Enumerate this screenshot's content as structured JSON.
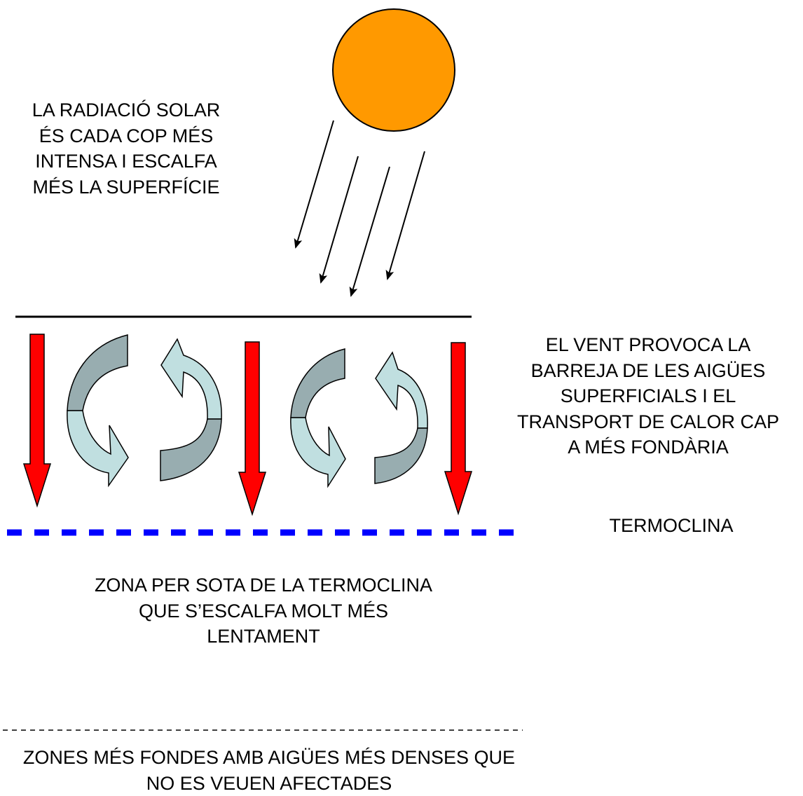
{
  "labels": {
    "solar_radiation": "LA RADIACIÓ SOLAR\nÉS CADA COP MÉS\nINTENSA I ESCALFA\nMÉS LA SUPERFÍCIE",
    "wind_mixing": "EL VENT PROVOCA LA\nBARREJA DE LES AIGÜES\nSUPERFICIALS I EL\nTRANSPORT DE CALOR CAP\nA MÉS FONDÀRIA",
    "thermocline": "TERMOCLINA",
    "below_thermocline": "ZONA PER SOTA DE LA TERMOCLINA\nQUE S’ESCALFA MOLT MÉS\nLENTAMENT",
    "deep_zones": "ZONES MÉS FONDES AMB AIGÜES MÉS DENSES QUE\nNO ES VEUEN AFECTADES"
  },
  "colors": {
    "sun": "#ff9900",
    "heat_arrow": "#ff0000",
    "mixing_light": "#c0dfe0",
    "mixing_dark": "#98adb0",
    "thermocline_line": "#0000ff",
    "text": "#000000"
  },
  "icons": {
    "sun": "sun-icon",
    "mixing": "circular-mixing-arrows-icon",
    "heat": "down-arrow-icon"
  }
}
